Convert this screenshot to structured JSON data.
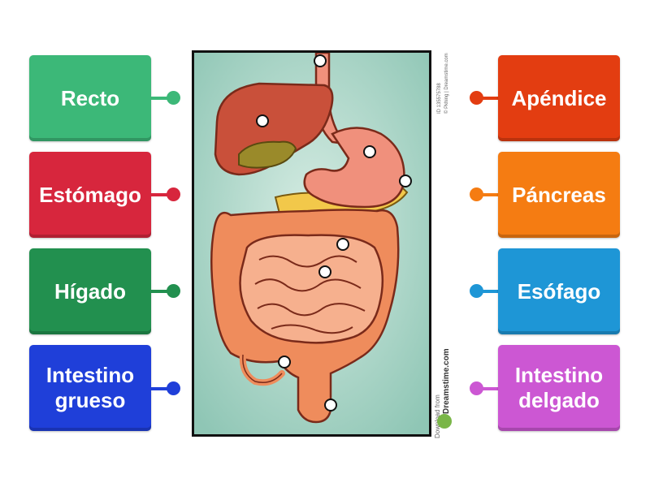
{
  "labels": {
    "left": [
      {
        "text": "Recto",
        "color": "#3cb878"
      },
      {
        "text": "Estómago",
        "color": "#d7263d"
      },
      {
        "text": "Hígado",
        "color": "#22904f"
      },
      {
        "text": "Intestino grueso",
        "color": "#1f3fd9"
      }
    ],
    "right": [
      {
        "text": "Apéndice",
        "color": "#e33d11"
      },
      {
        "text": "Páncreas",
        "color": "#f57c12"
      },
      {
        "text": "Esófago",
        "color": "#1e96d6"
      },
      {
        "text": "Intestino delgado",
        "color": "#cc57d3"
      }
    ]
  },
  "watermark": {
    "brand": "Dreamstime.com",
    "download_prefix": "Download from",
    "id_text": "ID 135575788",
    "credit": "© Pkhing | Dreamstime.com"
  },
  "colors": {
    "background": "#9fcfc0",
    "liver": "#c9503a",
    "stomach": "#f0907c",
    "large_intestine": "#ef8c5c",
    "small_intestine": "#f6b08e",
    "gallbladder": "#9a8a2a",
    "pancreas": "#f2c84a"
  }
}
